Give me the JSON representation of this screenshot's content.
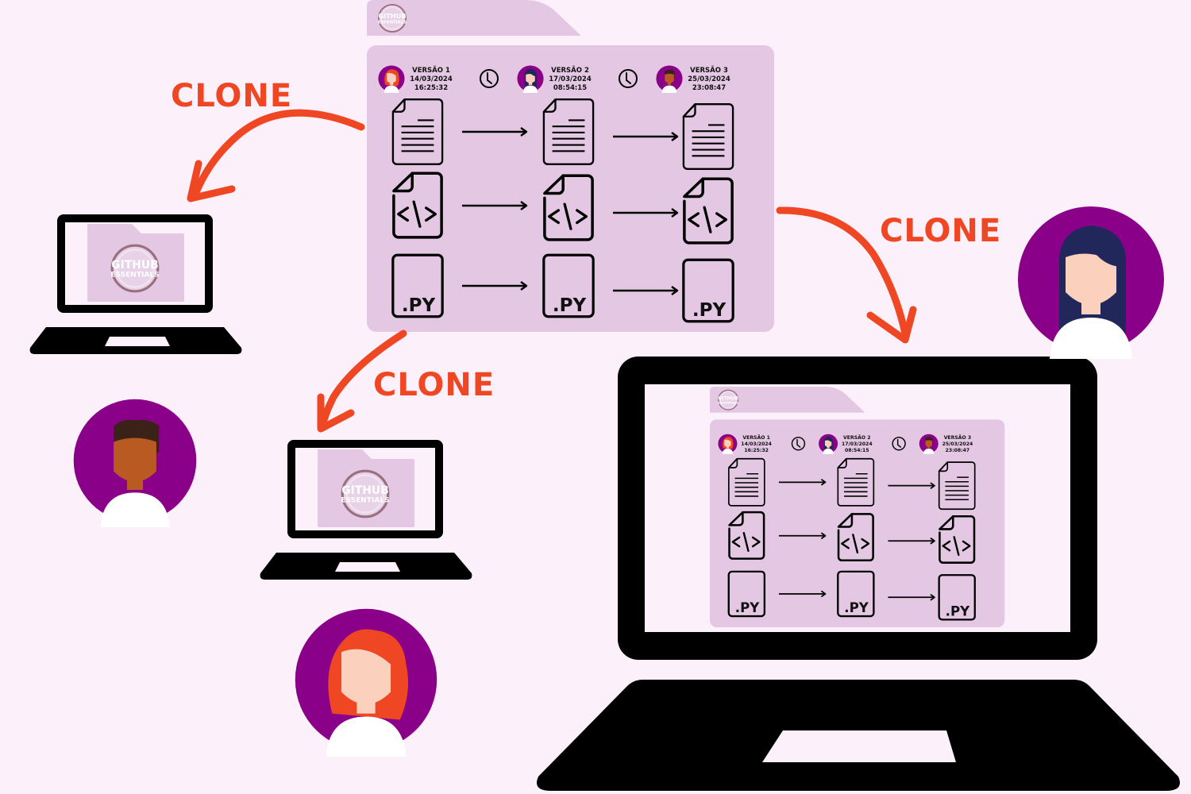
{
  "colors": {
    "background": "#fcf0fa",
    "folder": "#e3c7e3",
    "accent": "#ef4723",
    "avatar_bg": "#8a0089",
    "ink": "#000000",
    "screen": "#fcf0fa"
  },
  "logo": {
    "line1": "GITHUB",
    "line2": "ESSENTIALS"
  },
  "clone_labels": [
    "CLONE",
    "CLONE",
    "CLONE"
  ],
  "repository": {
    "versions": [
      {
        "label": "VERSÃO 1",
        "date": "14/03/2024",
        "time": "16:25:32",
        "avatar": "red-hair-woman"
      },
      {
        "label": "VERSÃO 2",
        "date": "17/03/2024",
        "time": "08:54:15",
        "avatar": "navy-hair-woman"
      },
      {
        "label": "VERSÃO 3",
        "date": "25/03/2024",
        "time": "23:08:47",
        "avatar": "dark-skin-man"
      }
    ],
    "file_rows": [
      {
        "type": "document-icon"
      },
      {
        "type": "code-file-icon",
        "glyph": "<\\>"
      },
      {
        "type": "python-file-icon",
        "ext": ".PY"
      }
    ]
  },
  "users": [
    {
      "name": "dark-skin-man"
    },
    {
      "name": "red-hair-woman"
    },
    {
      "name": "navy-hair-woman"
    }
  ]
}
